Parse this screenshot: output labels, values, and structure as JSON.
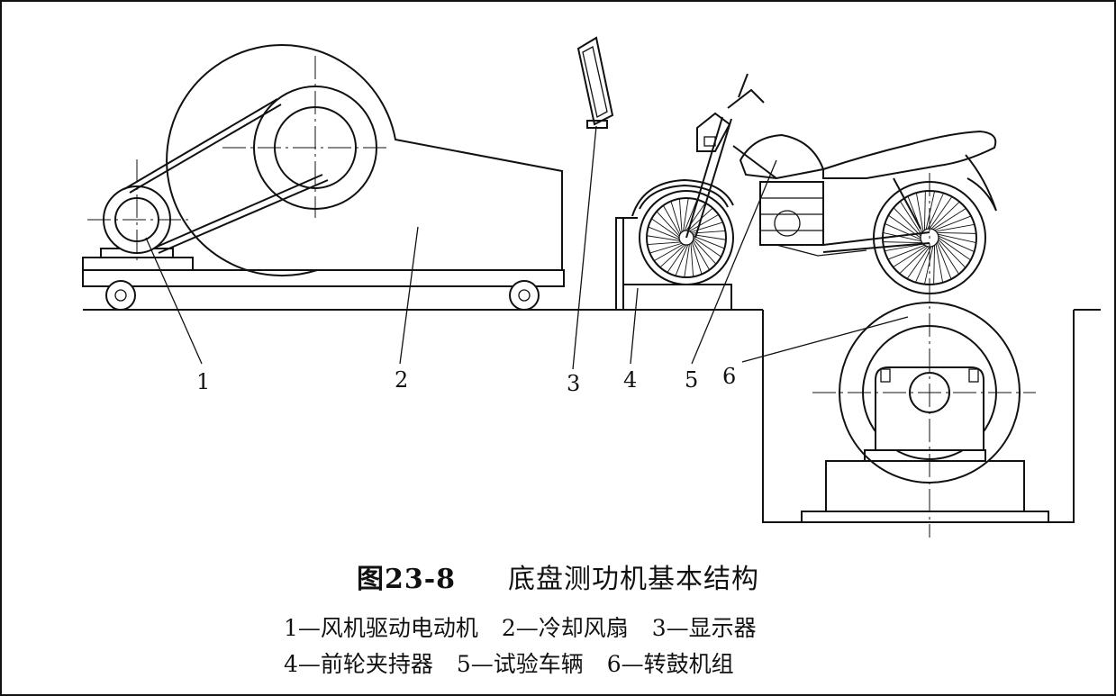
{
  "figure": {
    "number": "图23-8",
    "title": "底盘测功机基本结构"
  },
  "callouts": [
    "1",
    "2",
    "3",
    "4",
    "5",
    "6"
  ],
  "legend": {
    "line1": [
      "1—风机驱动电动机",
      "2—冷却风扇",
      "3—显示器"
    ],
    "line2": [
      "4—前轮夹持器",
      "5—试验车辆",
      "6—转鼓机组"
    ]
  }
}
